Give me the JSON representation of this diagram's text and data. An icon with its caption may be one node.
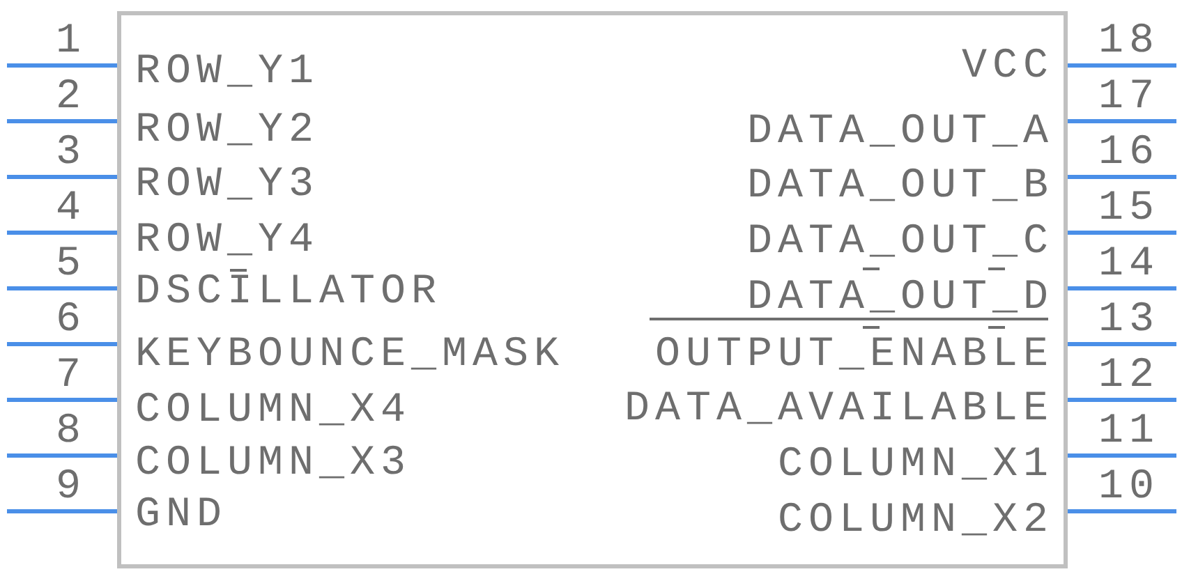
{
  "diagram": {
    "nodes": [
      {
        "text": [
          "ROW_Y1",
          "ROW_Y2",
          "ROW_Y3",
          "ROW_Y4",
          "DSCILLATOR",
          "KEYBOUNCE_MASK",
          "COLUMN_X4",
          "COLUMN_X3",
          "GND",
          "VCC",
          "DATA_OUT_A",
          "DATA_OUT_B",
          "DATA_OUT_C",
          "DATA_OUT_D",
          "OUTPUT_ENABLE",
          "DATA_AVAILABLE",
          "COLUMN_X1",
          "COLUMN_X2"
        ]
      }
    ],
    "labels": [
      "1",
      "2",
      "3",
      "4",
      "5",
      "6",
      "7",
      "8",
      "9",
      "18",
      "17",
      "16",
      "15",
      "14",
      "13",
      "12",
      "11",
      "10"
    ]
  }
}
